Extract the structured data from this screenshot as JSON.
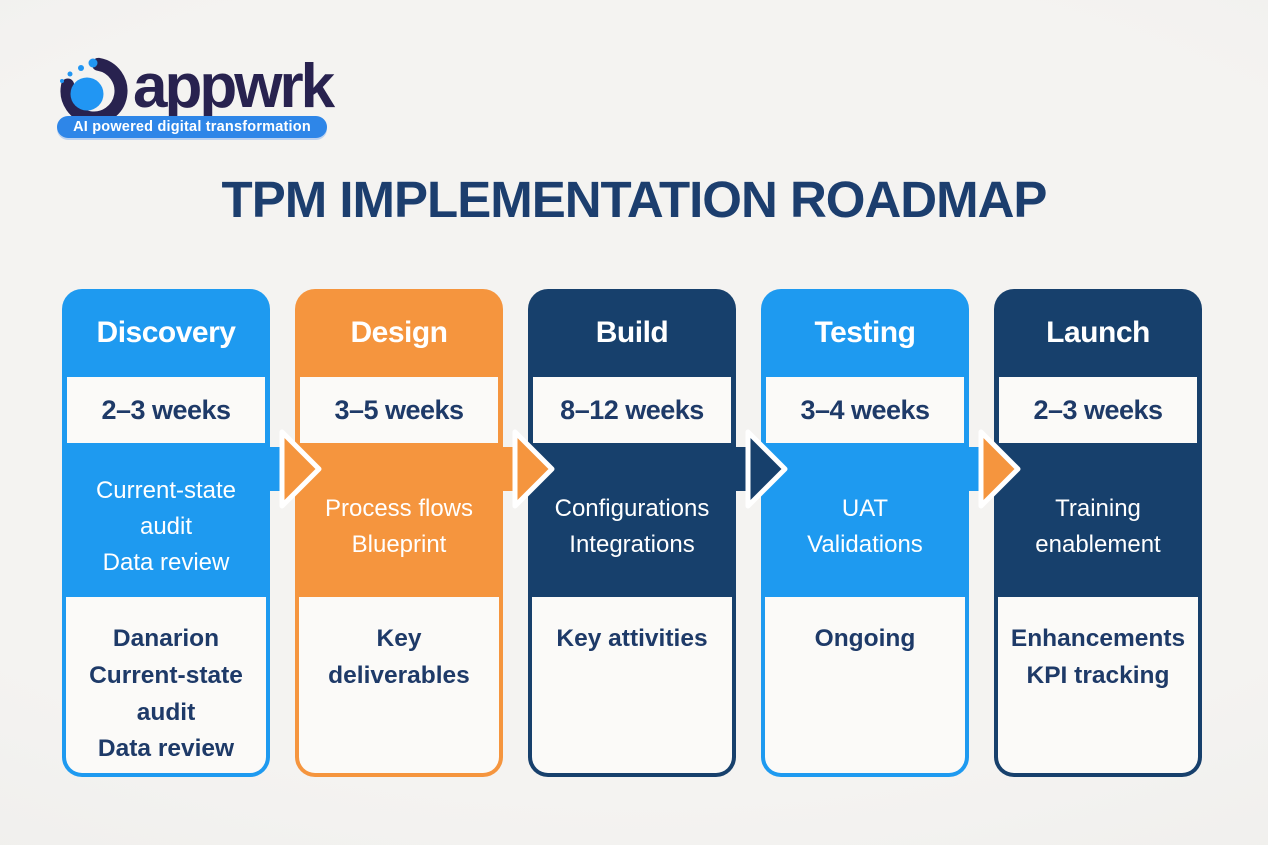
{
  "logo": {
    "brand": "appwrk",
    "tagline": "AI powered digital transformation"
  },
  "title": "TPM IMPLEMENTATION ROADMAP",
  "colors": {
    "blue": "#1e9af0",
    "orange": "#f5953e",
    "navy": "#17406c",
    "title_navy": "#1c3e6e",
    "text_navy": "#1e3a68",
    "logo_navy": "#28224f",
    "tagline_blue": "#2e86e8",
    "card_white": "#fbfaf8",
    "background": "#f4f3f1"
  },
  "stages": [
    {
      "name": "Discovery",
      "duration": "2–3 weeks",
      "color_key": "blue",
      "items": [
        "Current-state audit",
        "Data review"
      ],
      "footer_items": [
        "Danarion",
        "Current-state audit",
        "Data review"
      ]
    },
    {
      "name": "Design",
      "duration": "3–5 weeks",
      "color_key": "orange",
      "items": [
        "Process flows",
        "Blueprint"
      ],
      "footer_items": [
        "Key deliverables"
      ]
    },
    {
      "name": "Build",
      "duration": "8–12 weeks",
      "color_key": "navy",
      "items": [
        "Configurations",
        "Integrations"
      ],
      "footer_items": [
        "Key attivities"
      ]
    },
    {
      "name": "Testing",
      "duration": "3–4 weeks",
      "color_key": "blue",
      "items": [
        "UAT",
        "Validations"
      ],
      "footer_items": [
        "Ongoing"
      ]
    },
    {
      "name": "Launch",
      "duration": "2–3 weeks",
      "color_key": "navy",
      "items": [
        "Training enablement"
      ],
      "footer_items": [
        "Enhancements",
        "KPI tracking"
      ]
    }
  ],
  "arrows": [
    {
      "from": "Discovery",
      "to": "Design",
      "tail_color_key": "blue",
      "head_color_key": "orange"
    },
    {
      "from": "Design",
      "to": "Build",
      "tail_color_key": "orange",
      "head_color_key": "orange"
    },
    {
      "from": "Build",
      "to": "Testing",
      "tail_color_key": "navy",
      "head_color_key": "navy"
    },
    {
      "from": "Testing",
      "to": "Launch",
      "tail_color_key": "blue",
      "head_color_key": "orange"
    }
  ]
}
